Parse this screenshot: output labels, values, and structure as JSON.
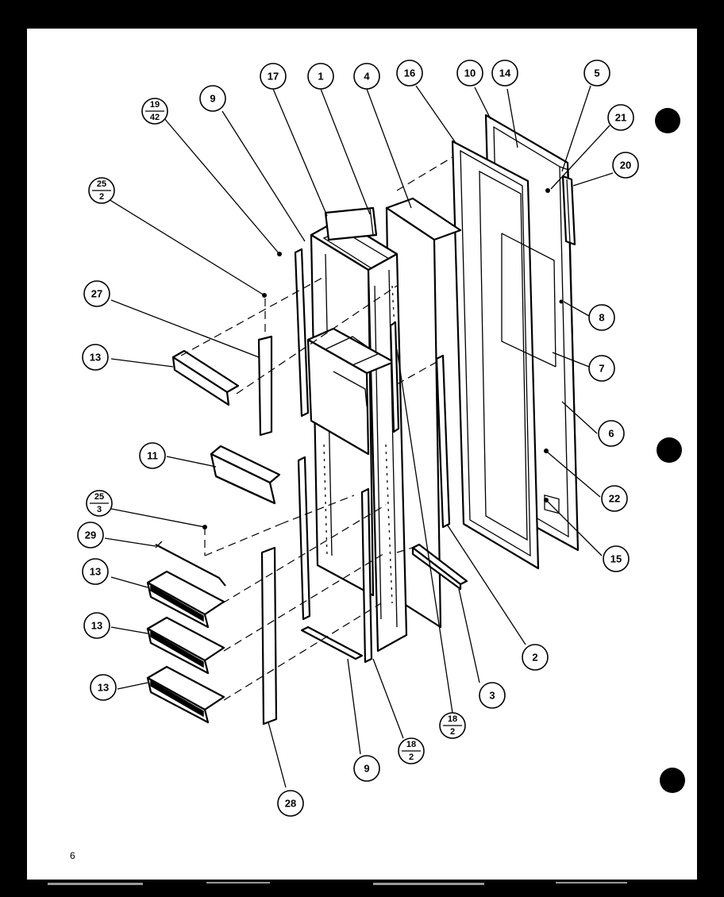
{
  "page": {
    "page_number": "6",
    "background": "#000000",
    "paper": "#ffffff"
  },
  "callouts": [
    {
      "id": "c17",
      "label": "17"
    },
    {
      "id": "c1",
      "label": "1"
    },
    {
      "id": "c4",
      "label": "4"
    },
    {
      "id": "c16",
      "label": "16"
    },
    {
      "id": "c10",
      "label": "10"
    },
    {
      "id": "c14",
      "label": "14"
    },
    {
      "id": "c5",
      "label": "5"
    },
    {
      "id": "c21",
      "label": "21"
    },
    {
      "id": "c20",
      "label": "20"
    },
    {
      "id": "c9a",
      "label": "9"
    },
    {
      "id": "c8",
      "label": "8"
    },
    {
      "id": "c27",
      "label": "27"
    },
    {
      "id": "c7",
      "label": "7"
    },
    {
      "id": "c13a",
      "label": "13"
    },
    {
      "id": "c6",
      "label": "6"
    },
    {
      "id": "c11",
      "label": "11"
    },
    {
      "id": "c22",
      "label": "22"
    },
    {
      "id": "c29",
      "label": "29"
    },
    {
      "id": "c15",
      "label": "15"
    },
    {
      "id": "c13b",
      "label": "13"
    },
    {
      "id": "c13c",
      "label": "13"
    },
    {
      "id": "c2",
      "label": "2"
    },
    {
      "id": "c3",
      "label": "3"
    },
    {
      "id": "c13d",
      "label": "13"
    },
    {
      "id": "c9b",
      "label": "9"
    },
    {
      "id": "c28",
      "label": "28"
    }
  ],
  "fraction_callouts": [
    {
      "id": "f19_42",
      "top": "19",
      "bottom": "42"
    },
    {
      "id": "f25_2",
      "top": "25",
      "bottom": "2"
    },
    {
      "id": "f25_3",
      "top": "25",
      "bottom": "3"
    },
    {
      "id": "f18_2a",
      "top": "18",
      "bottom": "2"
    },
    {
      "id": "f18_2b",
      "top": "18",
      "bottom": "2"
    }
  ]
}
